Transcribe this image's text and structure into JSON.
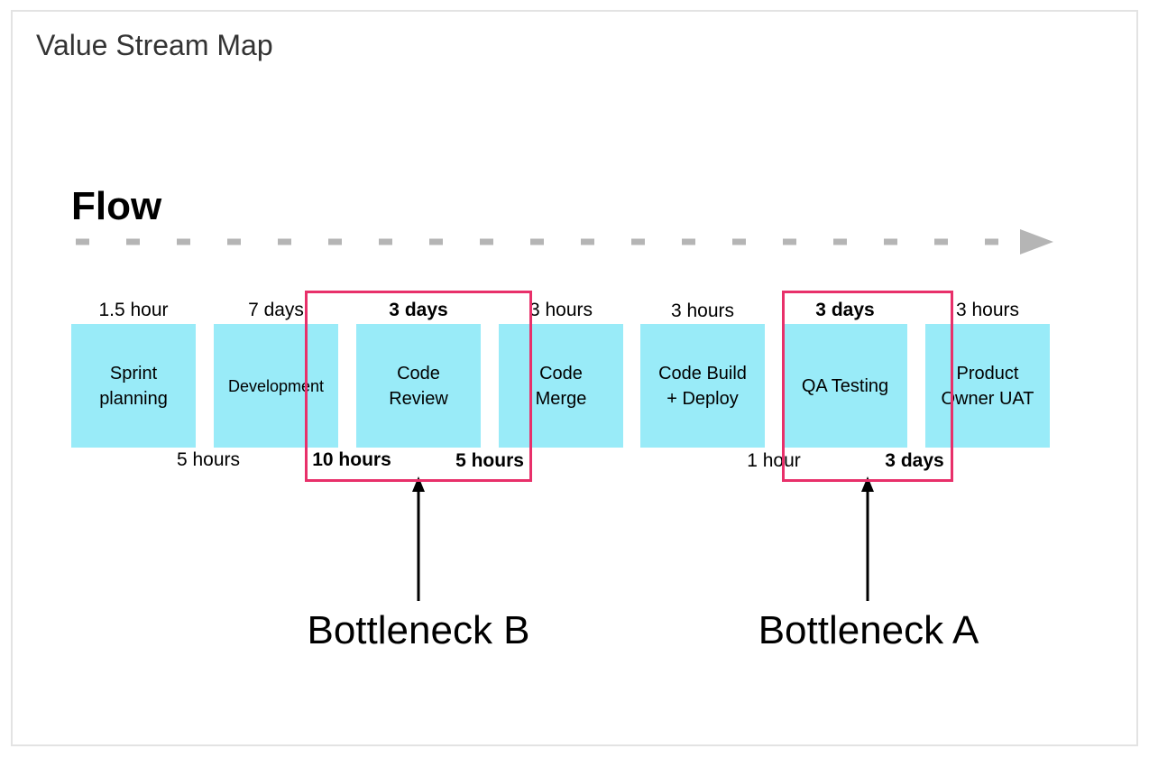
{
  "title": "Value Stream Map",
  "flow_label": "Flow",
  "steps": [
    {
      "label": "Sprint\nplanning"
    },
    {
      "label": "Development"
    },
    {
      "label": "Code\nReview"
    },
    {
      "label": "Code\nMerge"
    },
    {
      "label": "Code Build\n+ Deploy"
    },
    {
      "label": "QA Testing"
    },
    {
      "label": "Product\nOwner UAT"
    }
  ],
  "process_times": [
    "1.5 hour",
    "7 days",
    "3 days",
    "3 hours",
    "3 hours",
    "3 days",
    "3 hours"
  ],
  "wait_times": [
    "5 hours",
    "10 hours",
    "5 hours",
    "1 hour",
    "3 days"
  ],
  "bottlenecks": [
    {
      "label": "Bottleneck B"
    },
    {
      "label": "Bottleneck A"
    }
  ],
  "colors": {
    "step_fill": "#99ebf8",
    "bottleneck_border": "#e8306a",
    "flow_arrow": "#b5b5b5"
  },
  "icons": {
    "flow_arrow": "dashed-right-arrow-icon",
    "pointer_arrow": "up-arrow-icon"
  }
}
